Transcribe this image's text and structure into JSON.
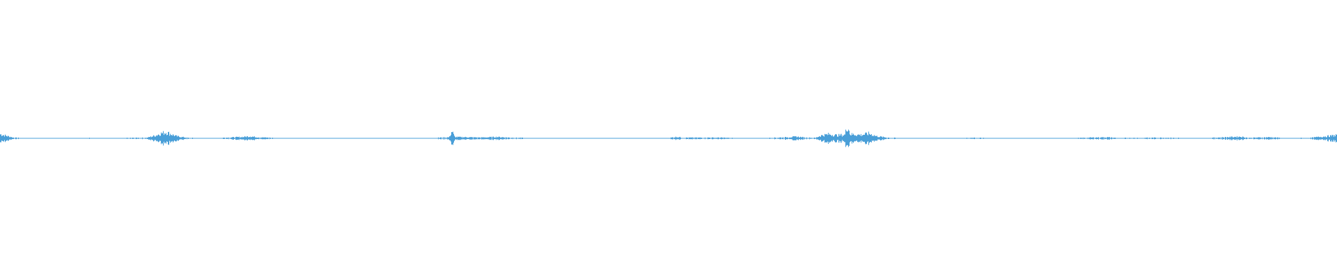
{
  "waveform": {
    "color": "#4a9fd8",
    "background": "#ffffff",
    "amplitude_profile": [
      [
        0.0,
        0.3
      ],
      [
        0.002,
        0.25
      ],
      [
        0.004,
        0.2
      ],
      [
        0.01,
        0.05
      ],
      [
        0.02,
        0.02
      ],
      [
        0.04,
        0.02
      ],
      [
        0.055,
        0.03
      ],
      [
        0.07,
        0.04
      ],
      [
        0.08,
        0.02
      ],
      [
        0.11,
        0.05
      ],
      [
        0.116,
        0.2
      ],
      [
        0.12,
        0.35
      ],
      [
        0.124,
        0.45
      ],
      [
        0.128,
        0.3
      ],
      [
        0.132,
        0.15
      ],
      [
        0.14,
        0.04
      ],
      [
        0.16,
        0.02
      ],
      [
        0.182,
        0.1
      ],
      [
        0.187,
        0.15
      ],
      [
        0.192,
        0.08
      ],
      [
        0.21,
        0.02
      ],
      [
        0.23,
        0.03
      ],
      [
        0.26,
        0.02
      ],
      [
        0.3,
        0.02
      ],
      [
        0.32,
        0.02
      ],
      [
        0.336,
        0.08
      ],
      [
        0.338,
        0.55
      ],
      [
        0.34,
        0.1
      ],
      [
        0.36,
        0.06
      ],
      [
        0.372,
        0.1
      ],
      [
        0.38,
        0.06
      ],
      [
        0.4,
        0.02
      ],
      [
        0.44,
        0.02
      ],
      [
        0.48,
        0.02
      ],
      [
        0.5,
        0.03
      ],
      [
        0.506,
        0.1
      ],
      [
        0.512,
        0.05
      ],
      [
        0.54,
        0.05
      ],
      [
        0.55,
        0.03
      ],
      [
        0.57,
        0.02
      ],
      [
        0.59,
        0.08
      ],
      [
        0.596,
        0.12
      ],
      [
        0.602,
        0.06
      ],
      [
        0.61,
        0.04
      ],
      [
        0.614,
        0.2
      ],
      [
        0.62,
        0.3
      ],
      [
        0.626,
        0.22
      ],
      [
        0.632,
        0.25
      ],
      [
        0.634,
        1.0
      ],
      [
        0.636,
        0.3
      ],
      [
        0.644,
        0.25
      ],
      [
        0.65,
        0.35
      ],
      [
        0.656,
        0.15
      ],
      [
        0.664,
        0.05
      ],
      [
        0.68,
        0.02
      ],
      [
        0.71,
        0.02
      ],
      [
        0.73,
        0.04
      ],
      [
        0.74,
        0.03
      ],
      [
        0.76,
        0.02
      ],
      [
        0.8,
        0.02
      ],
      [
        0.828,
        0.08
      ],
      [
        0.836,
        0.03
      ],
      [
        0.85,
        0.04
      ],
      [
        0.87,
        0.05
      ],
      [
        0.88,
        0.04
      ],
      [
        0.9,
        0.02
      ],
      [
        0.928,
        0.12
      ],
      [
        0.934,
        0.04
      ],
      [
        0.95,
        0.08
      ],
      [
        0.96,
        0.03
      ],
      [
        0.98,
        0.04
      ],
      [
        0.998,
        0.2
      ],
      [
        1.0,
        0.25
      ]
    ]
  }
}
